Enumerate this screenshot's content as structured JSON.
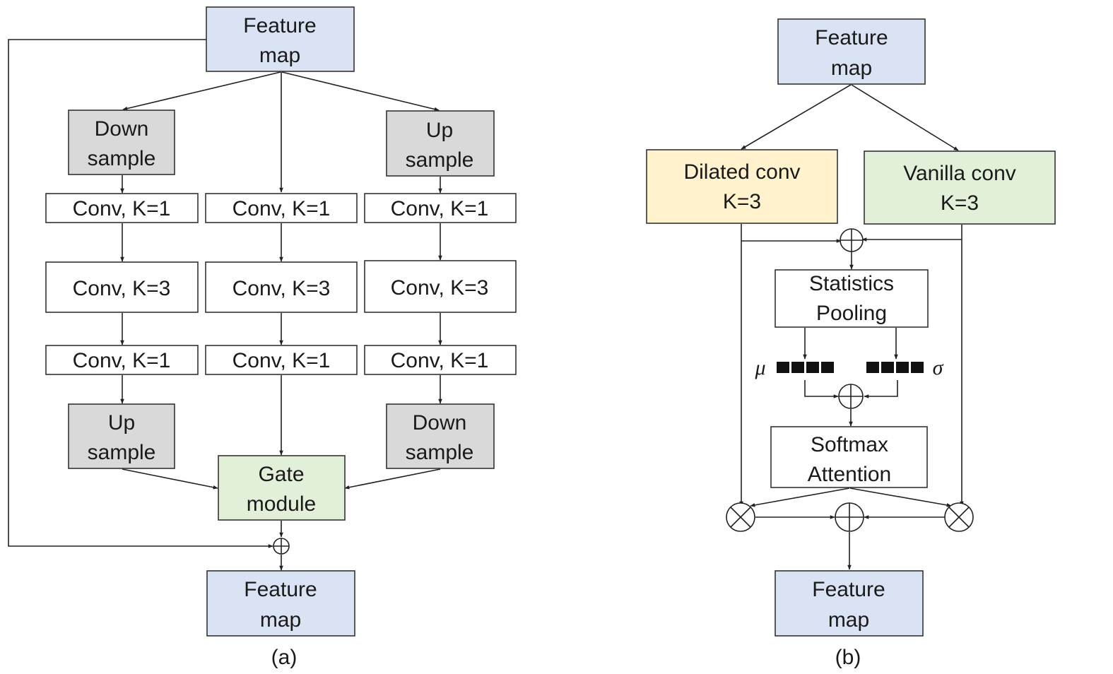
{
  "colors": {
    "feature_map": "#dae3f3",
    "sample": "#d9d9d9",
    "gate": "#e2f0d9",
    "dilated": "#fff2cc",
    "vanilla": "#e2f0d9",
    "plain": "#ffffff"
  },
  "panel_a": {
    "input": [
      "Feature",
      "map"
    ],
    "left_sample_in": [
      "Down",
      "sample"
    ],
    "right_sample_in": [
      "Up",
      "sample"
    ],
    "conv_k1": "Conv, K=1",
    "conv_k3": "Conv, K=3",
    "left_sample_out": [
      "Up",
      "sample"
    ],
    "right_sample_out": [
      "Down",
      "sample"
    ],
    "gate": [
      "Gate",
      "module"
    ],
    "output": [
      "Feature",
      "map"
    ],
    "caption": "(a)"
  },
  "panel_b": {
    "input": [
      "Feature",
      "map"
    ],
    "dilated": [
      "Dilated conv",
      "K=3"
    ],
    "vanilla": [
      "Vanilla conv",
      "K=3"
    ],
    "stats": [
      "Statistics",
      "Pooling"
    ],
    "mu": "μ",
    "sigma": "σ",
    "softmax": [
      "Softmax",
      "Attention"
    ],
    "output": [
      "Feature",
      "map"
    ],
    "caption": "(b)"
  }
}
